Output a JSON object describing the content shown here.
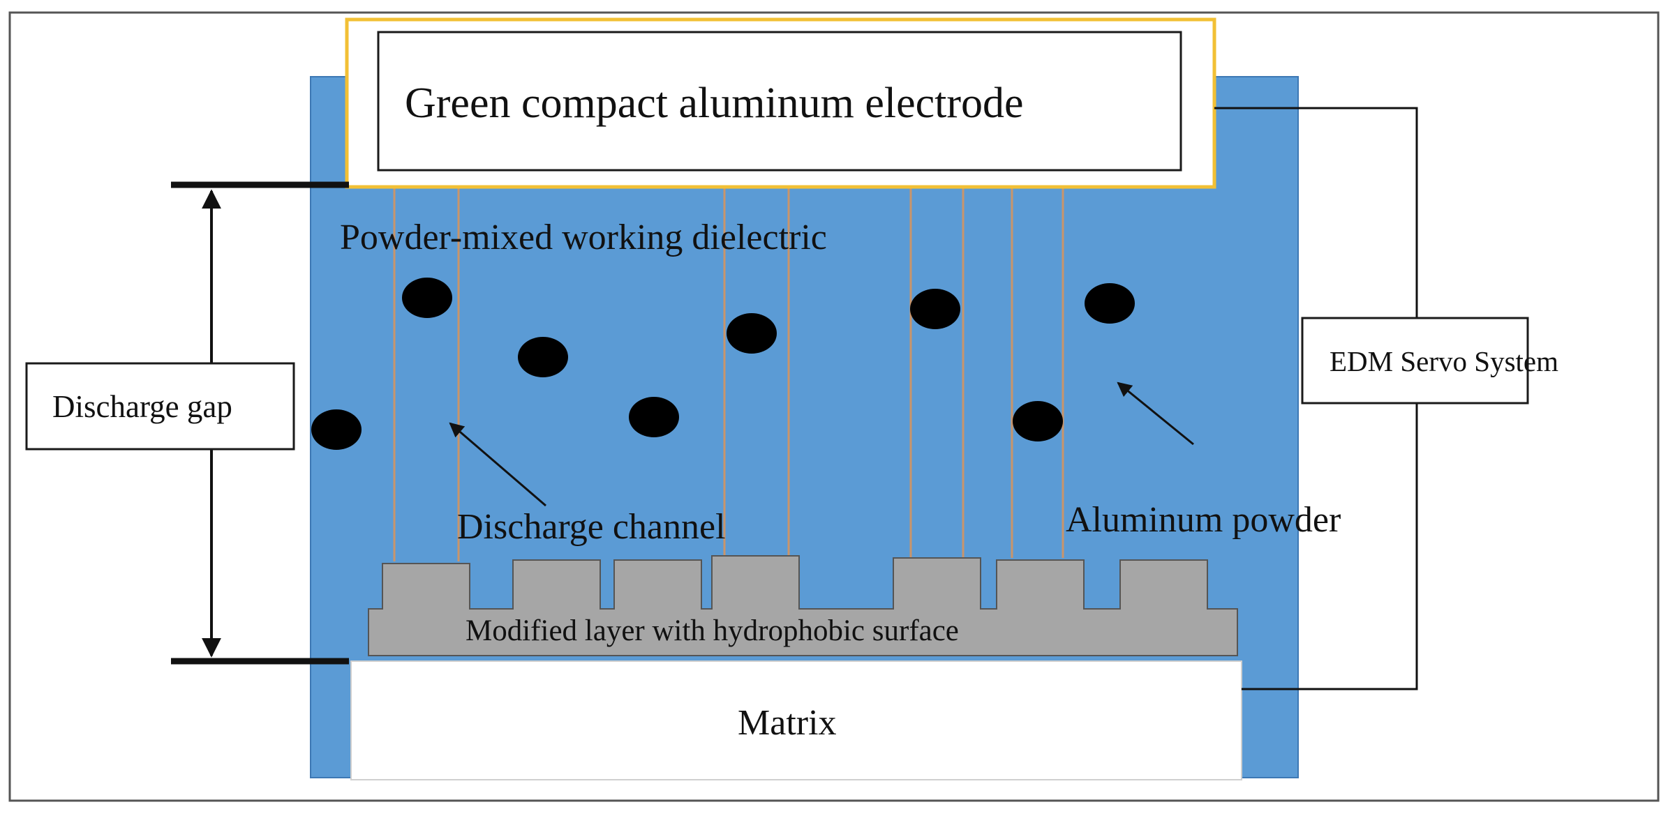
{
  "labels": {
    "electrode": "Green compact aluminum electrode",
    "dielectric": "Powder-mixed working dielectric",
    "discharge_gap": "Discharge gap",
    "discharge_channel": "Discharge channel",
    "aluminum_powder": "Aluminum powder",
    "modified_layer": "Modified layer with hydrophobic surface",
    "matrix": "Matrix",
    "servo": "EDM Servo System"
  },
  "colors": {
    "dielectric_tank": "#5b9bd5",
    "electrode_border": "#f2c035",
    "channel_line": "#c9956b",
    "modified_layer": "#a6a6a6",
    "powder_particle": "#000000",
    "outline": "#1a1a1a"
  }
}
